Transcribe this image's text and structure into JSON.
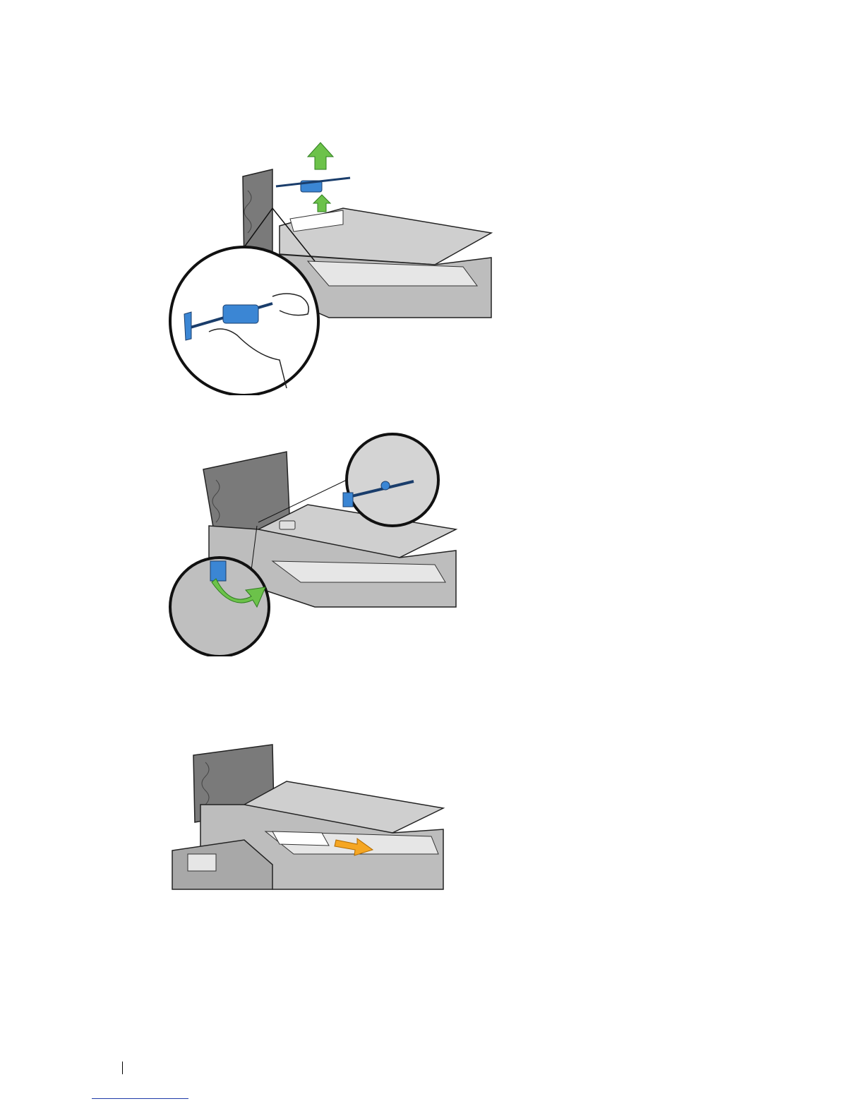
{
  "page": {
    "figures": [
      {
        "name": "roller-removal",
        "arrow_color": "#6cc24a",
        "part_color": "#3b86d4"
      },
      {
        "name": "lever-release",
        "arrow_color": "#6cc24a",
        "part_color": "#3b86d4"
      },
      {
        "name": "document-feed",
        "arrow_color": "#f5a623"
      }
    ],
    "colors": {
      "printer_body": "#d9d9d9",
      "printer_dark": "#8c8c8c",
      "outline": "#1a1a1a",
      "footer_link": "#1f3aa8"
    }
  }
}
